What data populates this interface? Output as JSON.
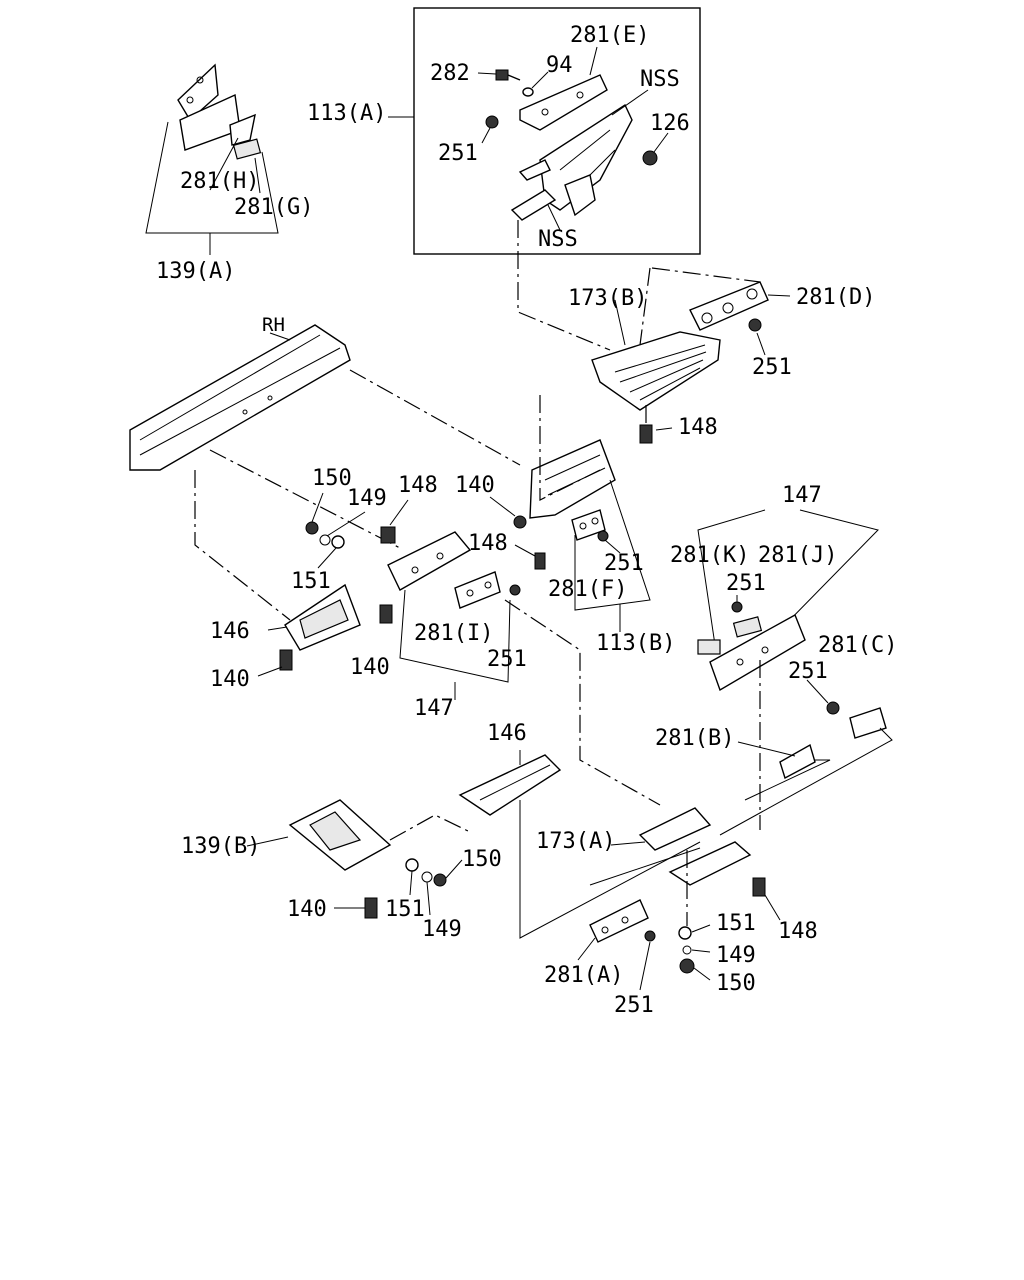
{
  "diagram": {
    "type": "exploded-parts-diagram",
    "callouts": {
      "c_281E": "281(E)",
      "c_282": "282",
      "c_94": "94",
      "c_NSS_top": "NSS",
      "c_113A": "113(A)",
      "c_126": "126",
      "c_251_boxA": "251",
      "c_NSS_bottom": "NSS",
      "c_281H": "281(H)",
      "c_281G": "281(G)",
      "c_139A": "139(A)",
      "c_173B": "173(B)",
      "c_281D": "281(D)",
      "c_251_D": "251",
      "c_RH": "RH",
      "c_148_top": "148",
      "c_150_left": "150",
      "c_149_left": "149",
      "c_148_mid": "148",
      "c_140_mid": "140",
      "c_147_right": "147",
      "c_148_center": "148",
      "c_281K": "281(K)",
      "c_281J": "281(J)",
      "c_251_F": "251",
      "c_151_left": "151",
      "c_281F": "281(F)",
      "c_251_K": "251",
      "c_146_left": "146",
      "c_281I": "281(I)",
      "c_113B": "113(B)",
      "c_281C": "281(C)",
      "c_140_left": "140",
      "c_140_mid2": "140",
      "c_251_I": "251",
      "c_251_C": "251",
      "c_147_left": "147",
      "c_146_lower": "146",
      "c_281B": "281(B)",
      "c_173A": "173(A)",
      "c_139B": "139(B)",
      "c_150_lower": "150",
      "c_140_lower": "140",
      "c_151_lower": "151",
      "c_149_lower": "149",
      "c_151_right": "151",
      "c_148_right": "148",
      "c_149_right": "149",
      "c_281A": "281(A)",
      "c_150_right": "150",
      "c_251_A": "251"
    }
  }
}
